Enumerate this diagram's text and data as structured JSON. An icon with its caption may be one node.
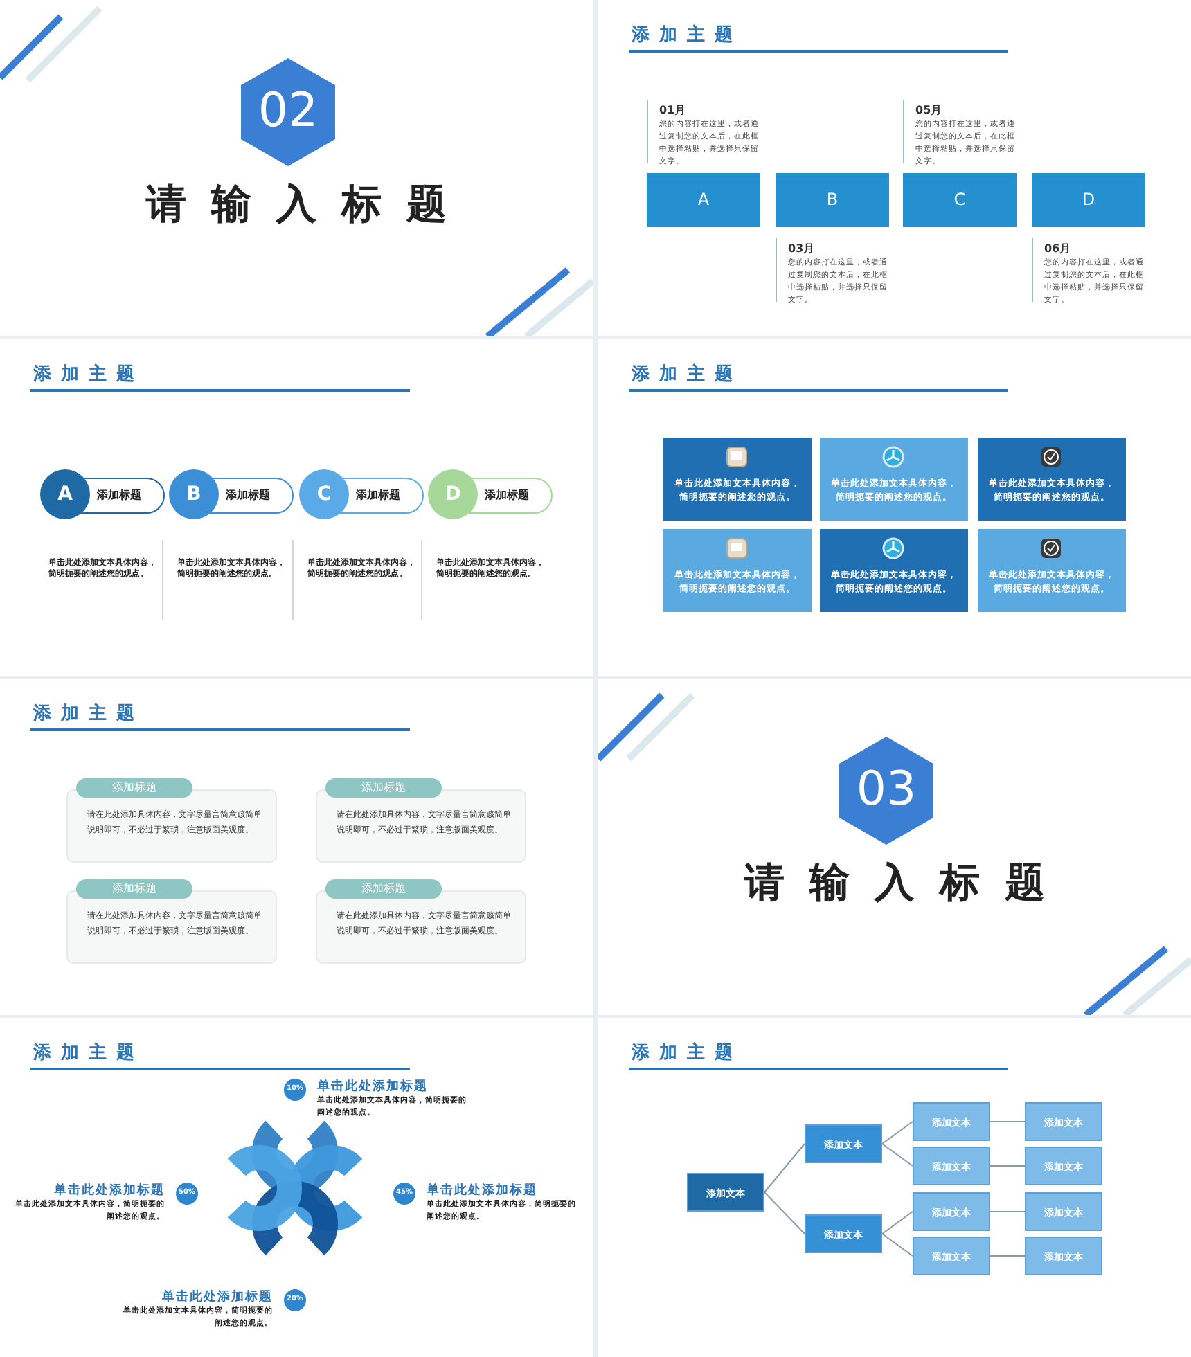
{
  "diagram": {
    "nodes": [
      {
        "text": [
          "请输入标题"
        ]
      },
      {
        "text": [
          "02"
        ],
        "in": 0
      },
      {
        "text": [
          "添加主题"
        ]
      },
      {
        "text": [
          "A"
        ],
        "in": 2,
        "beside": [
          "01月",
          "您的内容打在这里，或者通过复制您的文本后，在此框中选择粘贴，并选择只保留文字。"
        ]
      },
      {
        "text": [
          "B"
        ],
        "in": 2,
        "beside": [
          "03月",
          "您的内容打在这里，或者通过复制您的文本后，在此框中选择粘贴，并选择只保留文字。"
        ]
      },
      {
        "text": [
          "C"
        ],
        "in": 2,
        "beside": [
          "05月",
          "您的内容打在这里，或者通过复制您的文本后，在此框中选择粘贴，并选择只保留文字。"
        ]
      },
      {
        "text": [
          "D"
        ],
        "in": 2,
        "beside": [
          "06月",
          "您的内容打在这里，或者通过复制您的文本后，在此框中选择粘贴，并选择只保留文字。"
        ]
      },
      {
        "text": [
          "添加主题"
        ]
      },
      {
        "text": [
          "A",
          "添加标题"
        ],
        "in": 7
      },
      {
        "text": [
          "B",
          "添加标题"
        ],
        "in": 7
      },
      {
        "text": [
          "C",
          "添加标题"
        ],
        "in": 7
      },
      {
        "text": [
          "D",
          "添加标题"
        ],
        "in": 7
      },
      {
        "text": [
          "添加主题"
        ]
      },
      {
        "text": [
          "单击此处添加文本具体内容，简明扼要的阐述您的观点。"
        ],
        "in": 12
      },
      {
        "text": [
          "单击此处添加文本具体内容，简明扼要的阐述您的观点。"
        ],
        "in": 12
      },
      {
        "text": [
          "单击此处添加文本具体内容，简明扼要的阐述您的观点。"
        ],
        "in": 12
      },
      {
        "text": [
          "单击此处添加文本具体内容，简明扼要的阐述您的观点。"
        ],
        "in": 12
      },
      {
        "text": [
          "单击此处添加文本具体内容，简明扼要的阐述您的观点。"
        ],
        "in": 12
      },
      {
        "text": [
          "单击此处添加文本具体内容，简明扼要的阐述您的观点。"
        ],
        "in": 12
      },
      {
        "text": [
          "添加主题"
        ]
      },
      {
        "text": [
          "添加标题",
          "请在此处添加具体内容，文字尽量言简意赅简单说明即可，不必过于繁琐，注意版面美观度。"
        ],
        "in": 19
      },
      {
        "text": [
          "添加标题",
          "请在此处添加具体内容，文字尽量言简意赅简单说明即可，不必过于繁琐，注意版面美观度。"
        ],
        "in": 19
      },
      {
        "text": [
          "添加标题",
          "请在此处添加具体内容，文字尽量言简意赅简单说明即可，不必过于繁琐，注意版面美观度。"
        ],
        "in": 19
      },
      {
        "text": [
          "添加标题",
          "请在此处添加具体内容，文字尽量言简意赅简单说明即可，不必过于繁琐，注意版面美观度。"
        ],
        "in": 19
      },
      {
        "text": [
          "请输入标题"
        ]
      },
      {
        "text": [
          "03"
        ],
        "in": 24
      },
      {
        "text": [
          "添加主题"
        ]
      },
      {
        "text": [
          "10%"
        ],
        "in": 26,
        "beside": [
          "单击此处添加标题",
          "单击此处添加文本具体内容，简明扼要的阐述您的观点。"
        ]
      },
      {
        "text": [
          "50%"
        ],
        "in": 26,
        "beside": [
          "单击此处添加标题",
          "单击此处添加文本具体内容，简明扼要的阐述您的观点。"
        ]
      },
      {
        "text": [
          "45%"
        ],
        "in": 26,
        "beside": [
          "单击此处添加标题",
          "单击此处添加文本具体内容，简明扼要的阐述您的观点。"
        ]
      },
      {
        "text": [
          "20%"
        ],
        "in": 26,
        "beside": [
          "单击此处添加标题",
          "单击此处添加文本具体内容，简明扼要的阐述您的观点。"
        ]
      },
      {
        "text": [
          "添加主题"
        ]
      },
      {
        "text": [
          "添加文本"
        ],
        "in": 31
      },
      {
        "text": [
          "添加文本"
        ],
        "in": 31
      },
      {
        "text": [
          "添加文本"
        ],
        "in": 31
      },
      {
        "text": [
          "添加文本"
        ],
        "in": 31
      },
      {
        "text": [
          "添加文本"
        ],
        "in": 31
      },
      {
        "text": [
          "添加文本"
        ],
        "in": 31
      },
      {
        "text": [
          "添加文本"
        ],
        "in": 31
      },
      {
        "text": [
          "添加文本"
        ],
        "in": 31
      },
      {
        "text": [
          "添加文本"
        ],
        "in": 31
      },
      {
        "text": [
          "添加文本"
        ],
        "in": 31
      },
      {
        "text": [
          "添加文本"
        ],
        "in": 31
      }
    ],
    "edges": [
      {
        "from": 32,
        "to": 33,
        "arrow": "none"
      },
      {
        "from": 32,
        "to": 34,
        "arrow": "none"
      },
      {
        "from": 33,
        "to": 35,
        "arrow": "none"
      },
      {
        "from": 33,
        "to": 36,
        "arrow": "none"
      },
      {
        "from": 34,
        "to": 37,
        "arrow": "none"
      },
      {
        "from": 34,
        "to": 38,
        "arrow": "none"
      },
      {
        "from": 35,
        "to": 39,
        "arrow": "none"
      },
      {
        "from": 36,
        "to": 40,
        "arrow": "none"
      },
      {
        "from": 37,
        "to": 41,
        "arrow": "none"
      },
      {
        "from": 38,
        "to": 42,
        "arrow": "none"
      }
    ],
    "labels": [
      "单击此处添加文本具体内容，简明扼要的阐述您的观点。",
      "单击此处添加文本具体内容，简明扼要的阐述您的观点。",
      "单击此处添加文本具体内容，简明扼要的阐述您的观点。",
      "单击此处添加文本具体内容，简明扼要的阐述您的观点。"
    ]
  }
}
